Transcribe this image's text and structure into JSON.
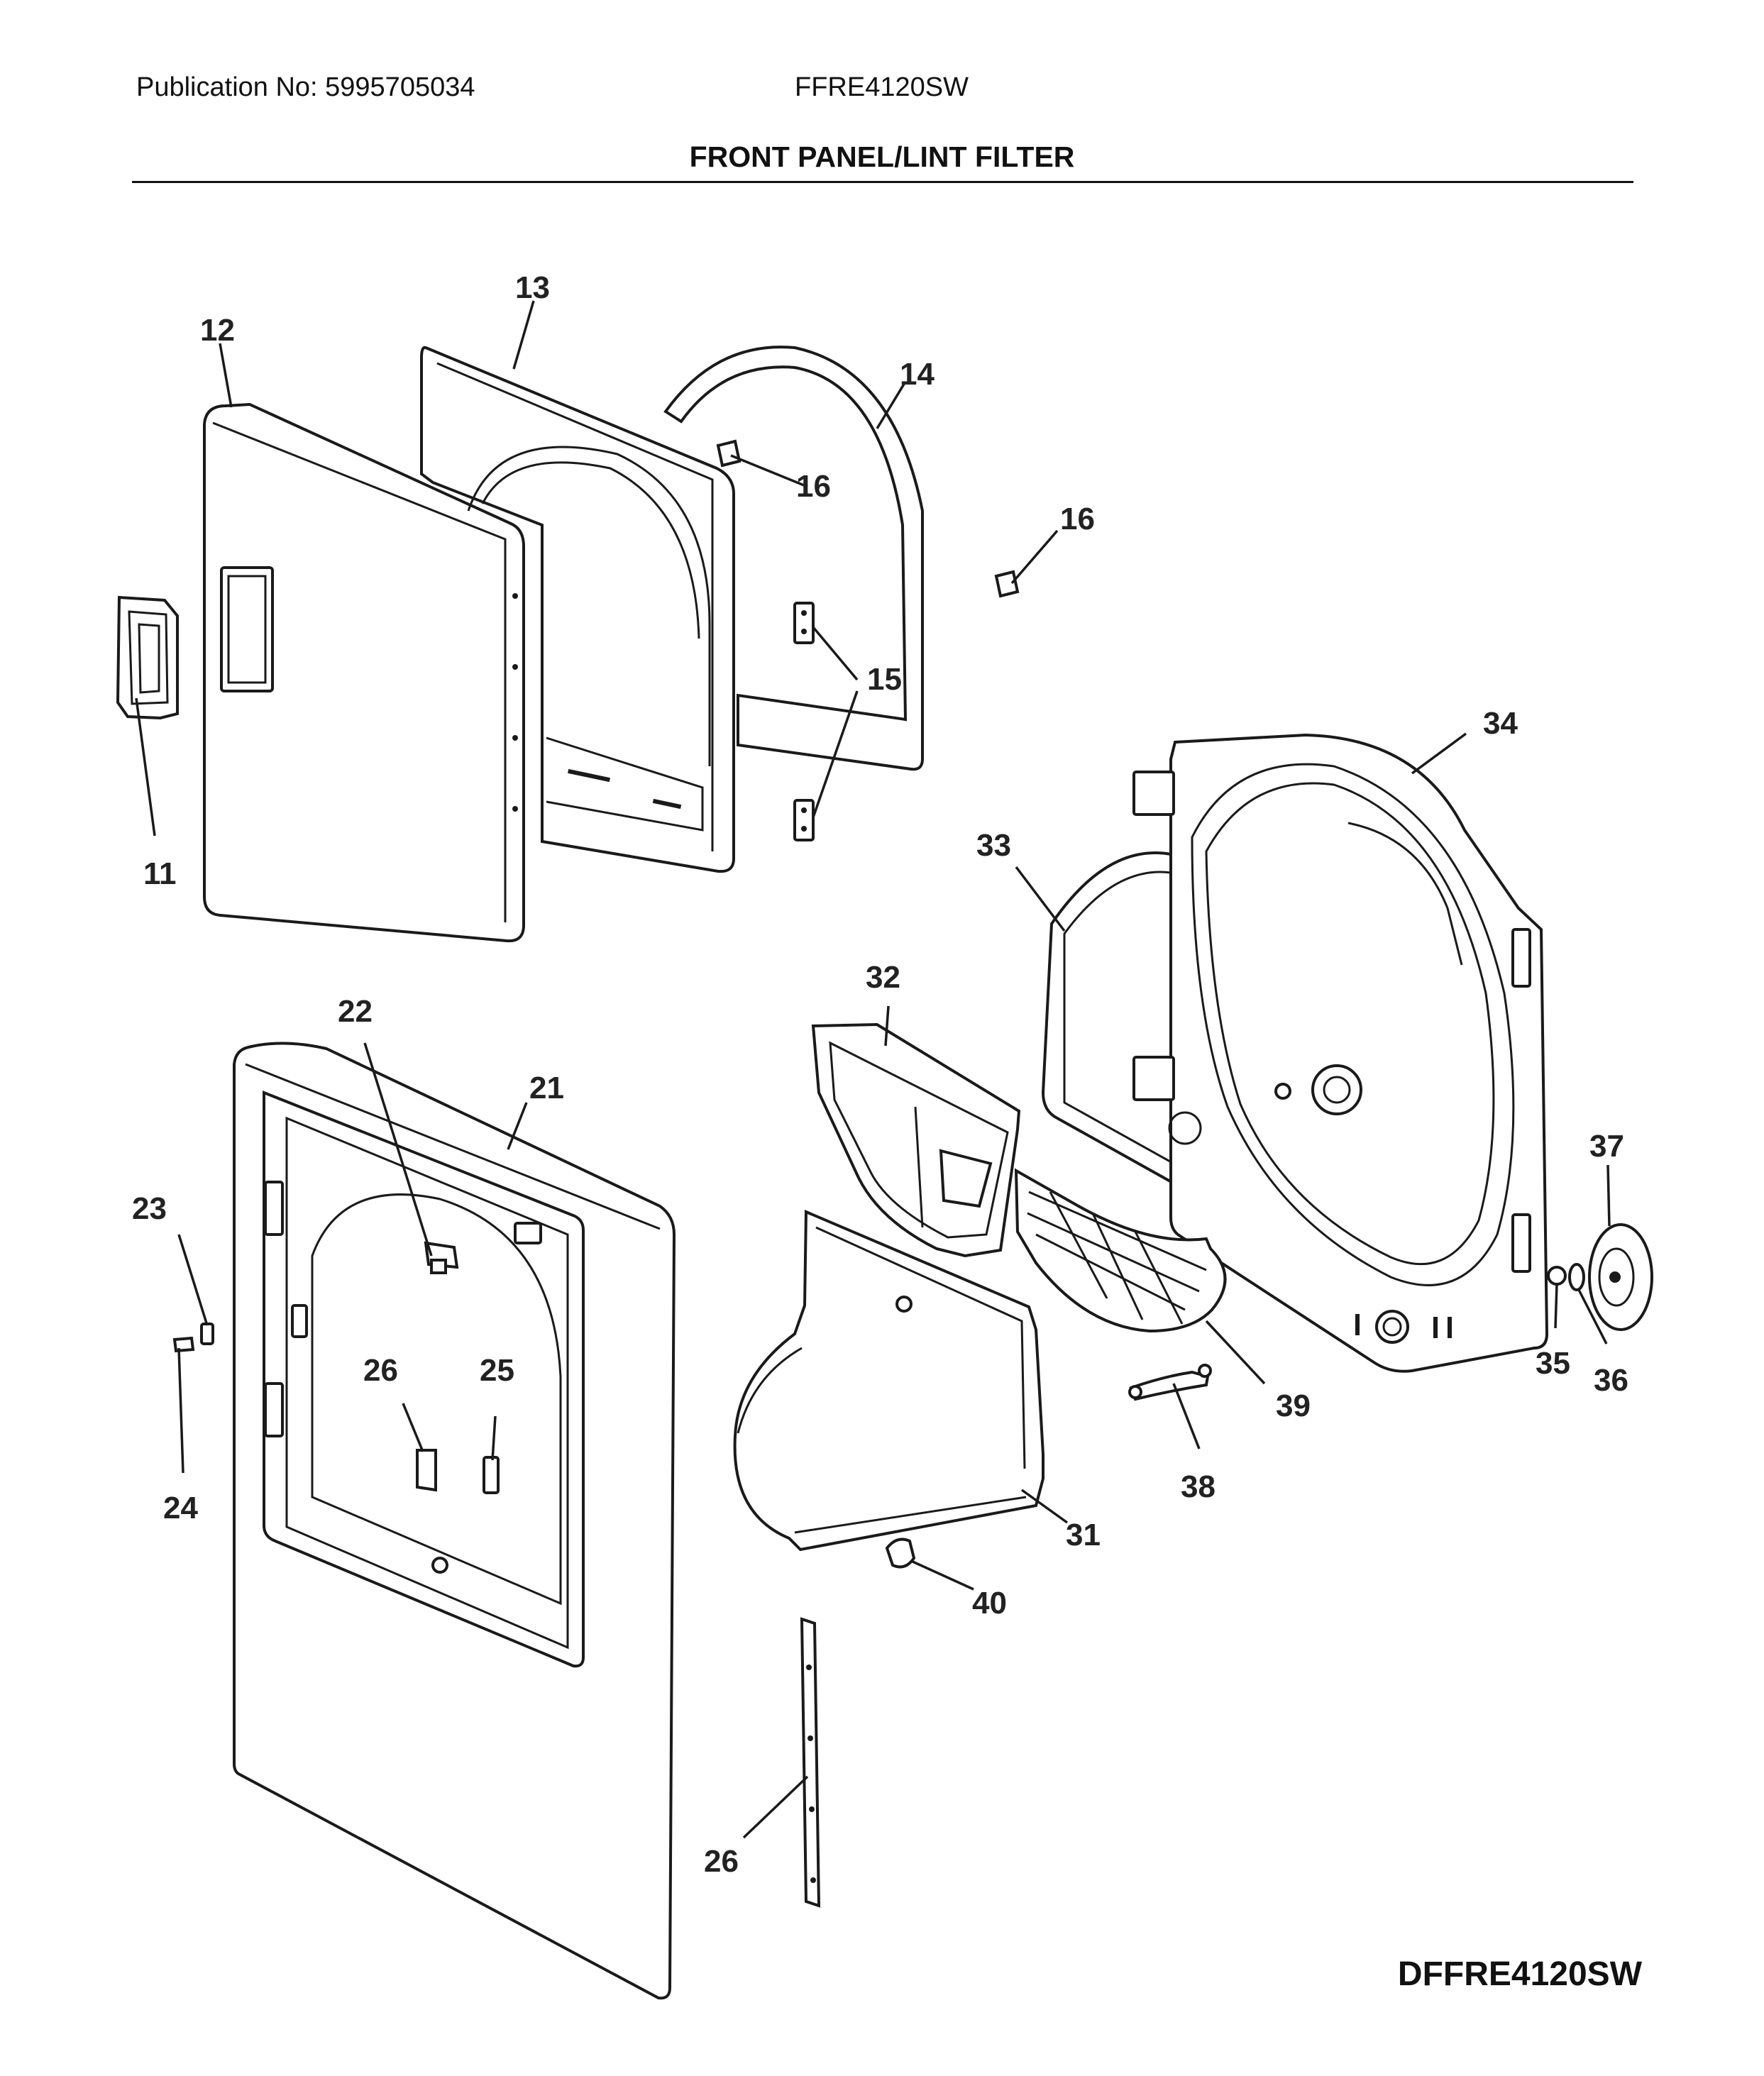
{
  "header": {
    "publication": "Publication No: 5995705034",
    "model": "FFRE4120SW",
    "section_title": "FRONT PANEL/LINT FILTER"
  },
  "footer": {
    "diagram_code": "DFFRE4120SW"
  },
  "callouts": [
    {
      "id": "c11",
      "label": "11"
    },
    {
      "id": "c12",
      "label": "12"
    },
    {
      "id": "c13",
      "label": "13"
    },
    {
      "id": "c14",
      "label": "14"
    },
    {
      "id": "c15",
      "label": "15"
    },
    {
      "id": "c16a",
      "label": "16"
    },
    {
      "id": "c16b",
      "label": "16"
    },
    {
      "id": "c21",
      "label": "21"
    },
    {
      "id": "c22",
      "label": "22"
    },
    {
      "id": "c23",
      "label": "23"
    },
    {
      "id": "c24",
      "label": "24"
    },
    {
      "id": "c25",
      "label": "25"
    },
    {
      "id": "c26a",
      "label": "26"
    },
    {
      "id": "c26b",
      "label": "26"
    },
    {
      "id": "c31",
      "label": "31"
    },
    {
      "id": "c32",
      "label": "32"
    },
    {
      "id": "c33",
      "label": "33"
    },
    {
      "id": "c34",
      "label": "34"
    },
    {
      "id": "c35",
      "label": "35"
    },
    {
      "id": "c36",
      "label": "36"
    },
    {
      "id": "c37",
      "label": "37"
    },
    {
      "id": "c38",
      "label": "38"
    },
    {
      "id": "c39",
      "label": "39"
    },
    {
      "id": "c40",
      "label": "40"
    }
  ]
}
